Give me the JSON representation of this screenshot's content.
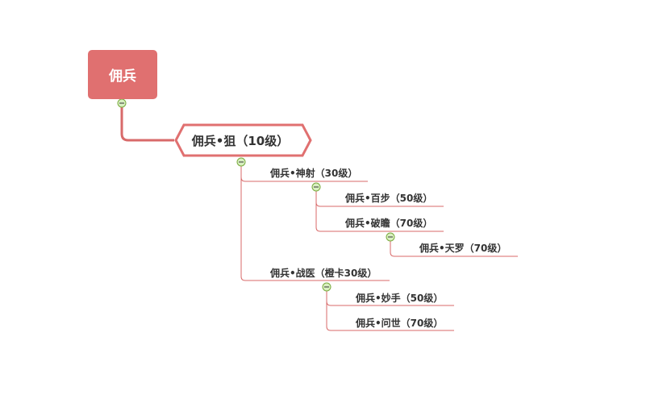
{
  "mindmap": {
    "root": "佣兵",
    "level1": "佣兵•狙（10级）",
    "topics": {
      "shenshe": "佣兵•神射（30级）",
      "baibu": "佣兵•百步（50级）",
      "pozhan": "佣兵•破瞻（70级）",
      "tianluo": "佣兵•天罗（70级）",
      "zhanyi": "佣兵•战医（橙卡30级）",
      "miaoshou": "佣兵•妙手（50级）",
      "wenshi": "佣兵•问世（70级）"
    }
  },
  "colors": {
    "root_fill": "#e07070",
    "line": "#d86a6a",
    "collapse_fill": "#d8f0c0",
    "collapse_stroke": "#7aab3f"
  }
}
